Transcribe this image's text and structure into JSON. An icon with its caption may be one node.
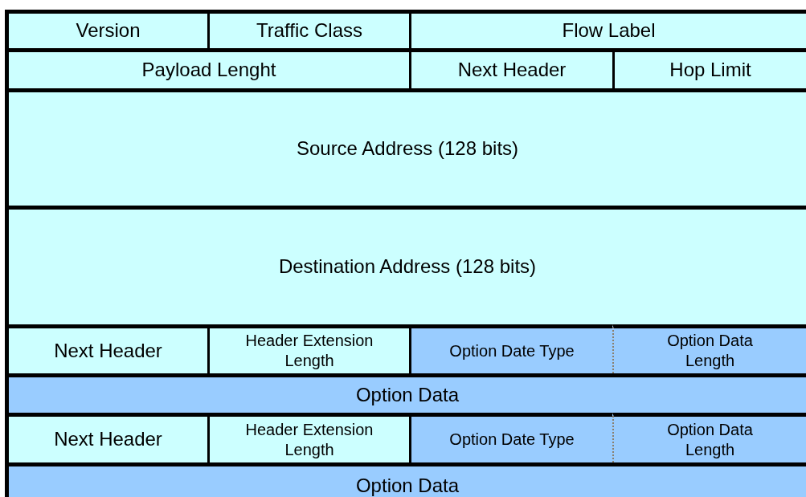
{
  "diagram": {
    "nodes": [
      {
        "text": [
          "Version"
        ]
      },
      {
        "text": [
          "Traffic Class"
        ]
      },
      {
        "text": [
          "Flow Label"
        ]
      },
      {
        "text": [
          "Payload Lenght"
        ]
      },
      {
        "text": [
          "Next Header"
        ]
      },
      {
        "text": [
          "Hop Limit"
        ]
      },
      {
        "text": [
          "Source Address (128 bits)"
        ]
      },
      {
        "text": [
          "Destination Address (128 bits)"
        ]
      },
      {
        "text": [
          "Next Header"
        ]
      },
      {
        "text": [
          "Header Extension Length"
        ]
      },
      {
        "text": [
          "Option Date Type"
        ]
      },
      {
        "text": [
          "Option Data Length"
        ]
      },
      {
        "text": [
          "Option Data"
        ]
      },
      {
        "text": [
          "Next Header"
        ]
      },
      {
        "text": [
          "Header Extension Length"
        ]
      },
      {
        "text": [
          "Option Date Type"
        ]
      },
      {
        "text": [
          "Option Data Length"
        ]
      },
      {
        "text": [
          "Option Data"
        ]
      }
    ]
  }
}
